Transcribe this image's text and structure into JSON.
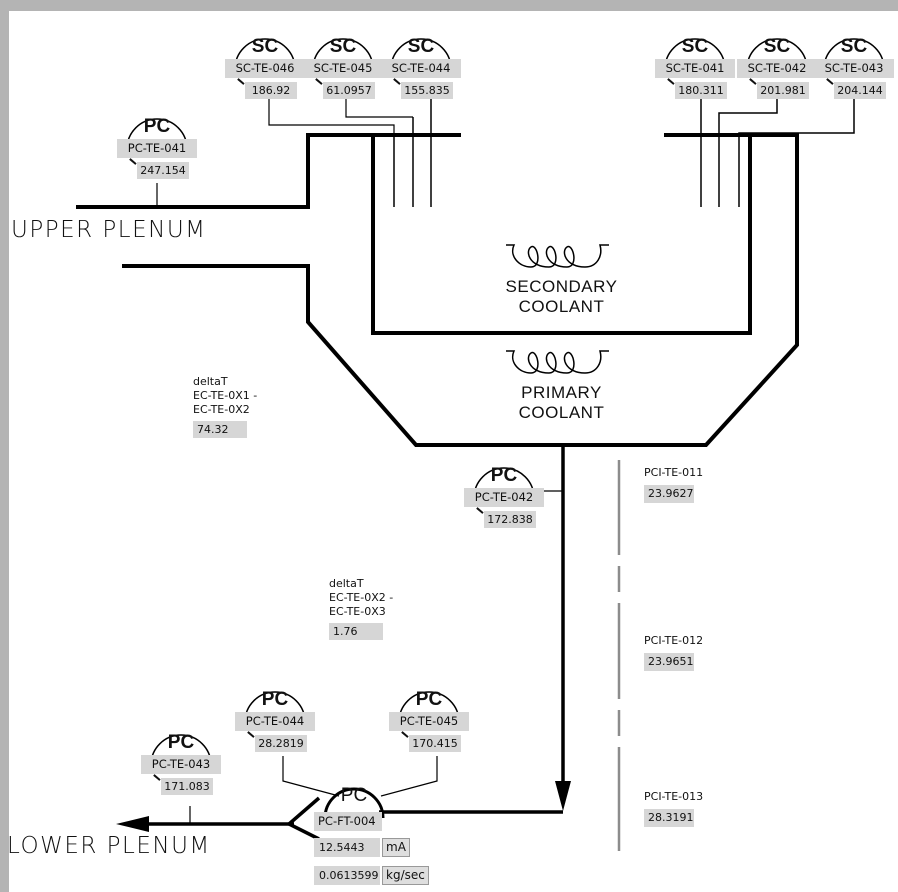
{
  "labels": {
    "upper_plenum": "UPPER  PLENUM",
    "lower_plenum": "LOWER  PLENUM",
    "secondary_coolant_line1": "SECONDARY",
    "secondary_coolant_line2": "COOLANT",
    "primary_coolant_line1": "PRIMARY",
    "primary_coolant_line2": "COOLANT"
  },
  "instruments": {
    "sc_te_046": {
      "type": "SC",
      "tag": "SC-TE-046",
      "value": "186.92"
    },
    "sc_te_045": {
      "type": "SC",
      "tag": "SC-TE-045",
      "value": "61.0957"
    },
    "sc_te_044": {
      "type": "SC",
      "tag": "SC-TE-044",
      "value": "155.835"
    },
    "sc_te_041": {
      "type": "SC",
      "tag": "SC-TE-041",
      "value": "180.311"
    },
    "sc_te_042": {
      "type": "SC",
      "tag": "SC-TE-042",
      "value": "201.981"
    },
    "sc_te_043": {
      "type": "SC",
      "tag": "SC-TE-043",
      "value": "204.144"
    },
    "pc_te_041": {
      "type": "PC",
      "tag": "PC-TE-041",
      "value": "247.154"
    },
    "pc_te_042": {
      "type": "PC",
      "tag": "PC-TE-042",
      "value": "172.838"
    },
    "pc_te_043": {
      "type": "PC",
      "tag": "PC-TE-043",
      "value": "171.083"
    },
    "pc_te_044": {
      "type": "PC",
      "tag": "PC-TE-044",
      "value": "28.2819"
    },
    "pc_te_045": {
      "type": "PC",
      "tag": "PC-TE-045",
      "value": "170.415"
    },
    "pc_ft_004": {
      "type": "PC",
      "tag": "PC-FT-004",
      "current_value": "12.5443",
      "current_unit": "mA",
      "flow_value": "0.0613599",
      "flow_unit": "kg/sec"
    }
  },
  "delta_t": [
    {
      "title": "deltaT",
      "line1": "EC-TE-0X1 -",
      "line2": "EC-TE-0X2",
      "value": "74.32"
    },
    {
      "title": "deltaT",
      "line1": "EC-TE-0X2 -",
      "line2": "EC-TE-0X3",
      "value": "1.76"
    }
  ],
  "pci_sensors": [
    {
      "tag": "PCI-TE-011",
      "value": "23.9627"
    },
    {
      "tag": "PCI-TE-012",
      "value": "23.9651"
    },
    {
      "tag": "PCI-TE-013",
      "value": "28.3191"
    }
  ],
  "colors": {
    "background_frame": "#b4b4b4",
    "canvas": "#ffffff",
    "indicator_box": "#d6d6d6",
    "line": "#000000",
    "pci_bar": "#8c8c8c"
  }
}
